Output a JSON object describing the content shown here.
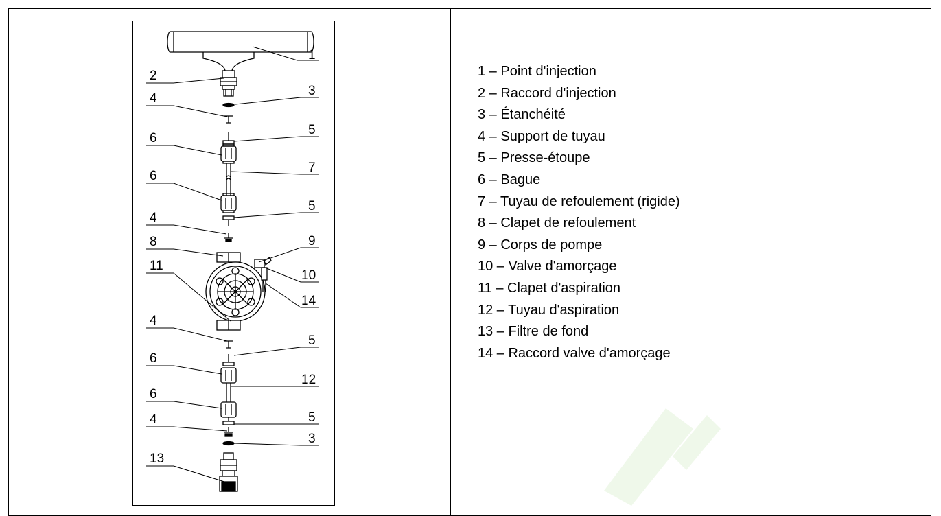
{
  "legend": {
    "items": [
      "1 – Point d'injection",
      "2 – Raccord d'injection",
      "3 – Étanchéité",
      "4 – Support de tuyau",
      "5 – Presse-étoupe",
      "6 – Bague",
      "7 – Tuyau de refoulement (rigide)",
      "8 – Clapet de refoulement",
      "9 – Corps de pompe",
      "10 – Valve d'amorçage",
      "11 – Clapet d'aspiration",
      "12 – Tuyau d'aspiration",
      "13 – Filtre de fond",
      "14 – Raccord valve d'amorçage"
    ]
  },
  "diagram": {
    "callouts": [
      "1",
      "2",
      "3",
      "4",
      "5",
      "6",
      "7",
      "6",
      "5",
      "4",
      "8",
      "9",
      "10",
      "11",
      "14",
      "4",
      "5",
      "6",
      "6",
      "12",
      "4",
      "5",
      "3",
      "13"
    ]
  },
  "colors": {
    "line": "#000000",
    "watermark": "#6fbf3f"
  }
}
